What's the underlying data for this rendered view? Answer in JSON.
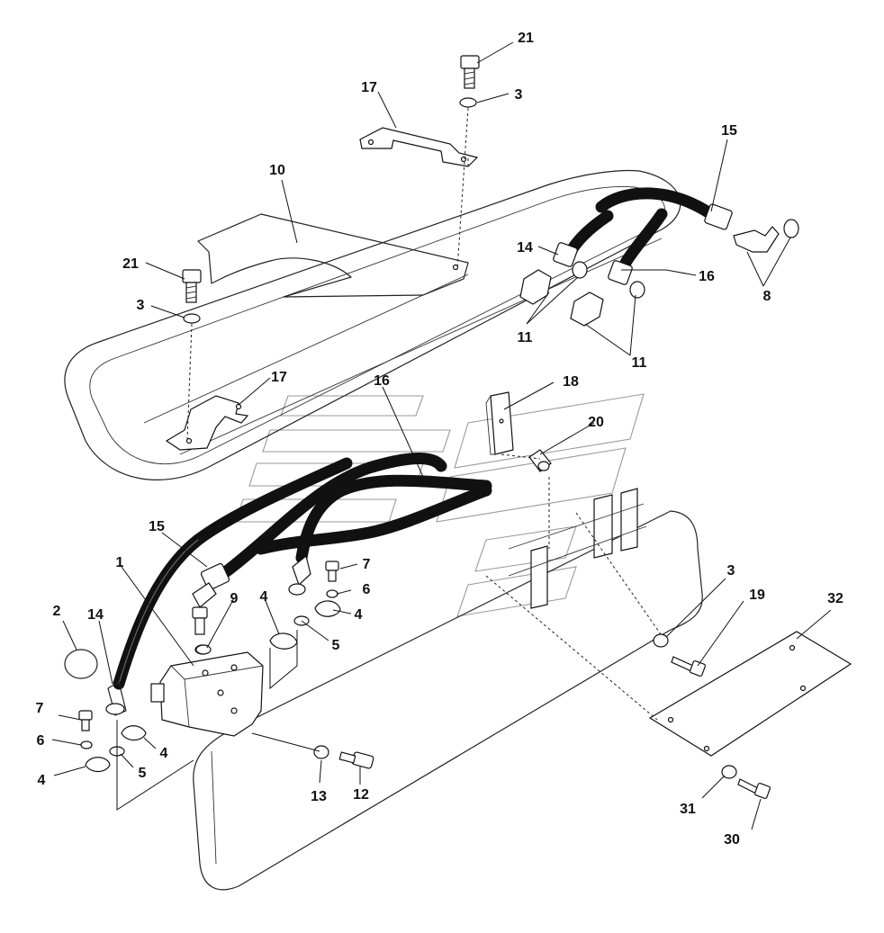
{
  "diagram": {
    "callouts": [
      {
        "label": "21"
      },
      {
        "label": "3"
      },
      {
        "label": "17"
      },
      {
        "label": "15"
      },
      {
        "label": "10"
      },
      {
        "label": "14"
      },
      {
        "label": "16"
      },
      {
        "label": "8"
      },
      {
        "label": "21"
      },
      {
        "label": "3"
      },
      {
        "label": "11"
      },
      {
        "label": "11"
      },
      {
        "label": "17"
      },
      {
        "label": "16"
      },
      {
        "label": "18"
      },
      {
        "label": "20"
      },
      {
        "label": "15"
      },
      {
        "label": "1"
      },
      {
        "label": "7"
      },
      {
        "label": "9"
      },
      {
        "label": "4"
      },
      {
        "label": "6"
      },
      {
        "label": "4"
      },
      {
        "label": "2"
      },
      {
        "label": "14"
      },
      {
        "label": "5"
      },
      {
        "label": "3"
      },
      {
        "label": "19"
      },
      {
        "label": "32"
      },
      {
        "label": "7"
      },
      {
        "label": "6"
      },
      {
        "label": "4"
      },
      {
        "label": "4"
      },
      {
        "label": "5"
      },
      {
        "label": "13"
      },
      {
        "label": "12"
      },
      {
        "label": "31"
      },
      {
        "label": "30"
      }
    ]
  }
}
